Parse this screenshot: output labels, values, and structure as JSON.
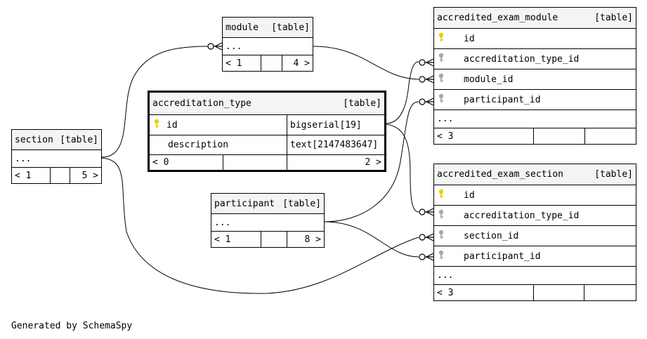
{
  "footer": "Generated by SchemaSpy",
  "colors": {
    "primary_key": "#e8d000",
    "foreign_key": "#a8a8a8",
    "header_bg": "#f4f4f4"
  },
  "tables": {
    "module": {
      "name": "module",
      "kind": "[table]",
      "ellipsis": "...",
      "nav_left": "< 1",
      "nav_right": "4 >"
    },
    "section": {
      "name": "section",
      "kind": "[table]",
      "ellipsis": "...",
      "nav_left": "< 1",
      "nav_right": "5 >"
    },
    "participant": {
      "name": "participant",
      "kind": "[table]",
      "ellipsis": "...",
      "nav_left": "< 1",
      "nav_right": "8 >"
    },
    "accreditation_type": {
      "name": "accreditation_type",
      "kind": "[table]",
      "columns": [
        {
          "name": "id",
          "type": "bigserial[19]",
          "key": "primary-key-icon"
        },
        {
          "name": "description",
          "type": "text[2147483647]"
        }
      ],
      "nav_left": "< 0",
      "nav_right": "2 >"
    },
    "accredited_exam_module": {
      "name": "accredited_exam_module",
      "kind": "[table]",
      "columns": [
        {
          "name": "id",
          "key": "primary-key-icon"
        },
        {
          "name": "accreditation_type_id",
          "key": "foreign-key-icon"
        },
        {
          "name": "module_id",
          "key": "foreign-key-icon"
        },
        {
          "name": "participant_id",
          "key": "foreign-key-icon"
        }
      ],
      "ellipsis": "...",
      "nav_left": "< 3"
    },
    "accredited_exam_section": {
      "name": "accredited_exam_section",
      "kind": "[table]",
      "columns": [
        {
          "name": "id",
          "key": "primary-key-icon"
        },
        {
          "name": "accreditation_type_id",
          "key": "foreign-key-icon"
        },
        {
          "name": "section_id",
          "key": "foreign-key-icon"
        },
        {
          "name": "participant_id",
          "key": "foreign-key-icon"
        }
      ],
      "ellipsis": "...",
      "nav_left": "< 3"
    }
  }
}
